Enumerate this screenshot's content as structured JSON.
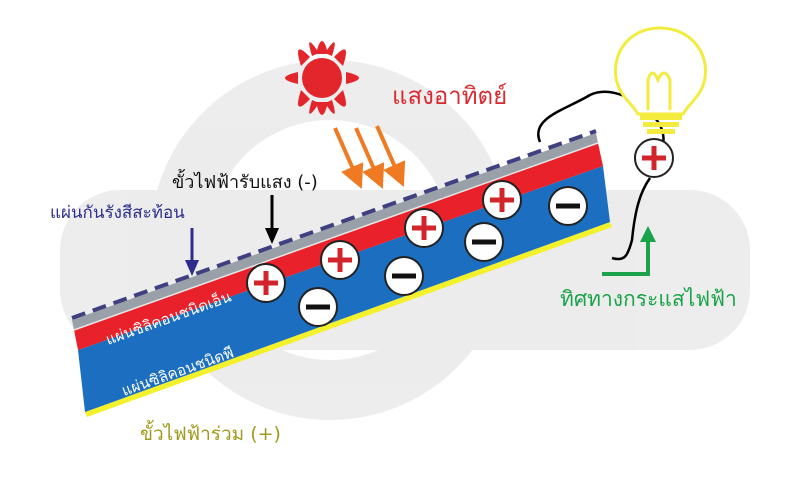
{
  "labels": {
    "sunlight": "แสงอาทิตย์",
    "front_contact": "ขั้วไฟฟ้ารับแสง (-)",
    "anti_reflective": "แผ่นกันรังสีสะท้อน",
    "n_type": "แผ่นซิลิคอนชนิดเอ็น",
    "p_type": "แผ่นซิลิคอนชนิดพี",
    "back_contact": "ขั้วไฟฟ้าร่วม (+)",
    "current_direction": "ทิศทางกระแสไฟฟ้า"
  },
  "charges": {
    "plus": "+",
    "minus": "−"
  },
  "colors": {
    "n_layer": "#e8212b",
    "p_layer": "#1c6fc0",
    "back_contact": "#f3f02c",
    "anti_reflective_dash": "#404080",
    "sun": "#e3262b",
    "sunlight_text": "#d82a2f",
    "arrow_orange": "#ef7a22",
    "arrow_navy": "#2b2e8c",
    "arrow_green": "#1aa34a",
    "current_text": "#1aa34a",
    "back_contact_text": "#a09a1c",
    "bulb": "#f3ec3e"
  }
}
